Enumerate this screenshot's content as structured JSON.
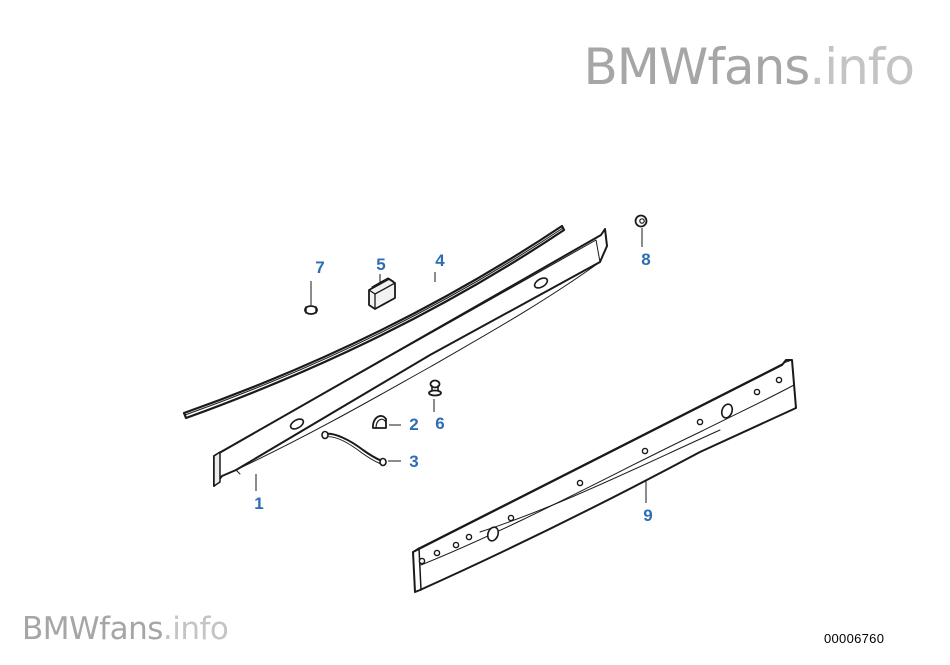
{
  "watermark": {
    "brand": "BMWfans",
    "suffix": ".info",
    "brand_color": "#a6a6a6",
    "suffix_color": "#c4c4c4"
  },
  "diagram": {
    "number": "00006760",
    "line_color": "#1a1a1a",
    "part_fill": "#ffffff",
    "callout_color": "#2e6db4"
  },
  "callouts": [
    {
      "id": "1",
      "label": "1"
    },
    {
      "id": "2",
      "label": "2"
    },
    {
      "id": "3",
      "label": "3"
    },
    {
      "id": "4",
      "label": "4"
    },
    {
      "id": "5",
      "label": "5"
    },
    {
      "id": "6",
      "label": "6"
    },
    {
      "id": "7",
      "label": "7"
    },
    {
      "id": "8",
      "label": "8"
    },
    {
      "id": "9",
      "label": "9"
    }
  ]
}
